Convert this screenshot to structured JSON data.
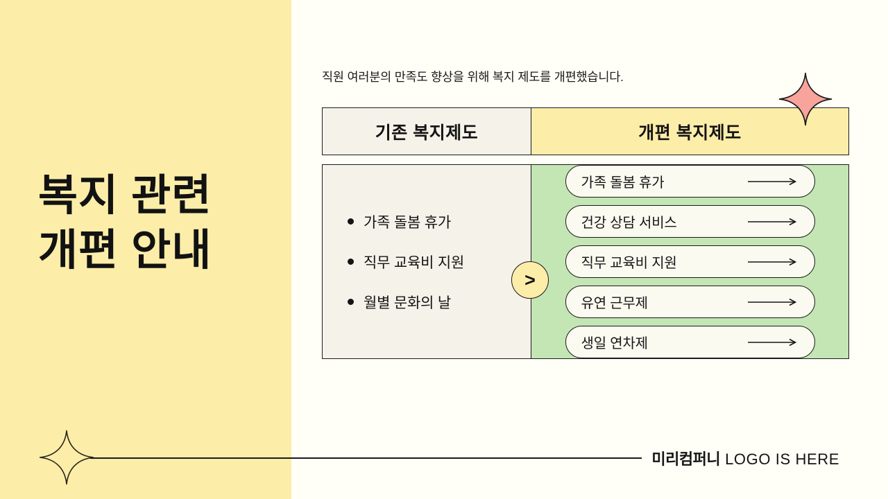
{
  "slide": {
    "headline": "복지 관련\n개편 안내",
    "subtitle": "직원 여러분의 만족도 향상을 위해 복지 제도를 개편했습니다."
  },
  "table": {
    "headers": {
      "old": "기존  복지제도",
      "new": "개편  복지제도"
    },
    "old_items": [
      "가족 돌봄 휴가",
      "직무 교육비 지원",
      "월별 문화의 날"
    ],
    "new_items": [
      "가족 돌봄 휴가",
      "건강 상담 서비스",
      "직무 교육비 지원",
      "유연 근무제",
      "생일 연차제"
    ]
  },
  "chevron_badge": ">",
  "footer": {
    "logo_ko": "미리컴퍼니",
    "logo_en": "LOGO IS HERE"
  },
  "colors": {
    "left_panel": "#FCEDA9",
    "right_bg": "#FFFEF7",
    "header_new": "#FCEDA9",
    "header_old": "#F4F2E9",
    "body_old": "#F4F2E9",
    "body_new": "#C3E6B4",
    "pill_fill": "#FBFAF0",
    "sparkle_pink": "#F8A39B",
    "ink": "#1a1a1a"
  },
  "icons": {
    "pill_arrow": "long-right-arrow-icon",
    "sparkle_pink": "four-point-star-icon",
    "sparkle_outline": "four-point-star-outline-icon"
  }
}
